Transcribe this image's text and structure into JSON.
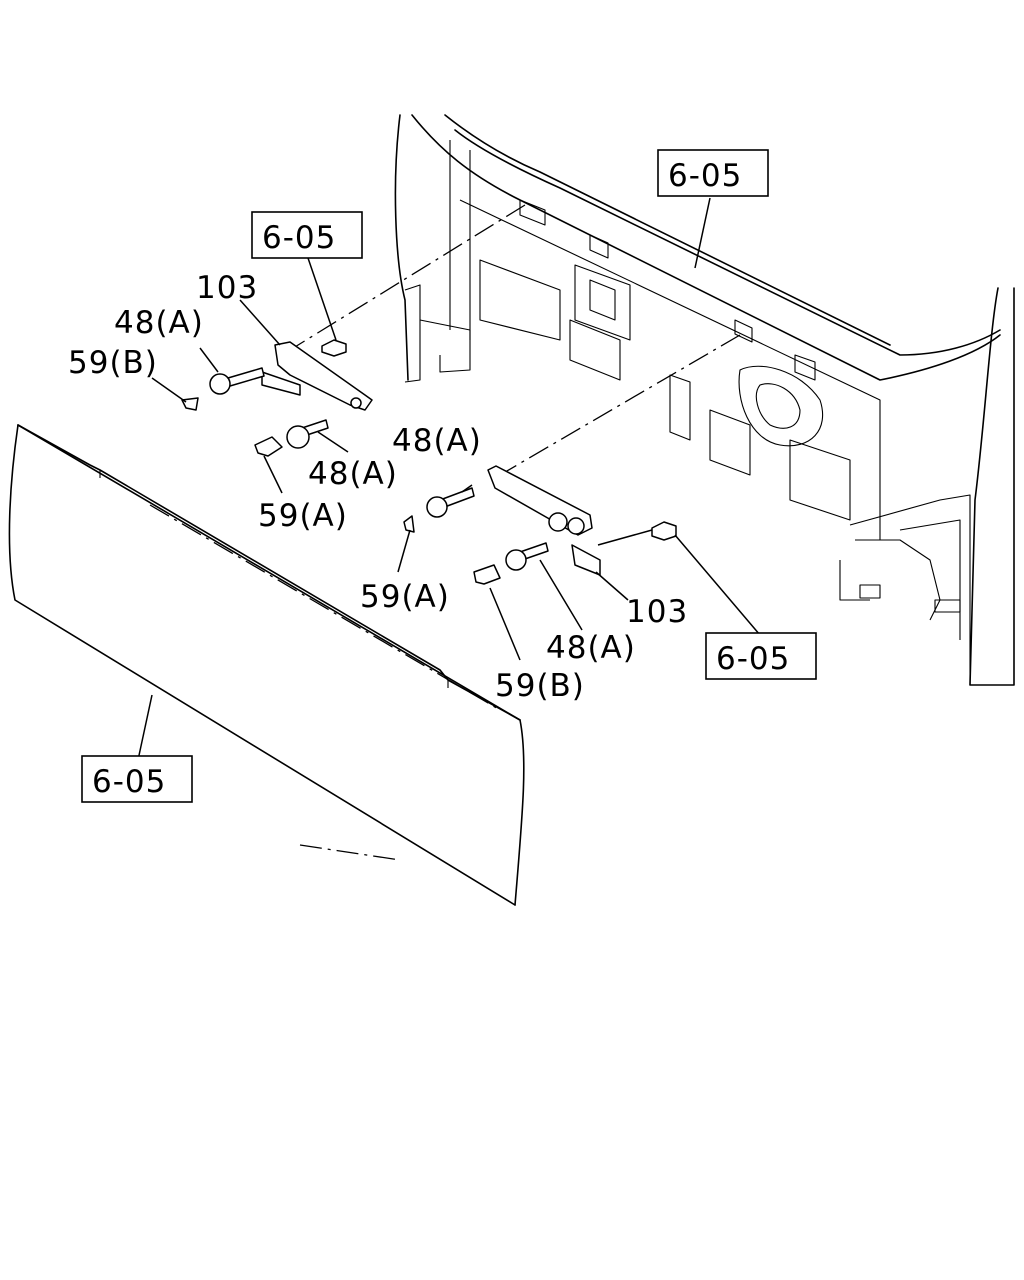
{
  "labels": {
    "ref_upper_right": "6-05",
    "ref_upper_left": "6-05",
    "ref_right": "6-05",
    "ref_panel": "6-05",
    "left_103": "103",
    "left_48a_top": "48(A)",
    "left_59b": "59(B)",
    "left_48a_bottom": "48(A)",
    "left_59a": "59(A)",
    "right_48a_top": "48(A)",
    "right_59a": "59(A)",
    "right_103": "103",
    "right_48a_bottom": "48(A)",
    "right_59b": "59(B)"
  }
}
